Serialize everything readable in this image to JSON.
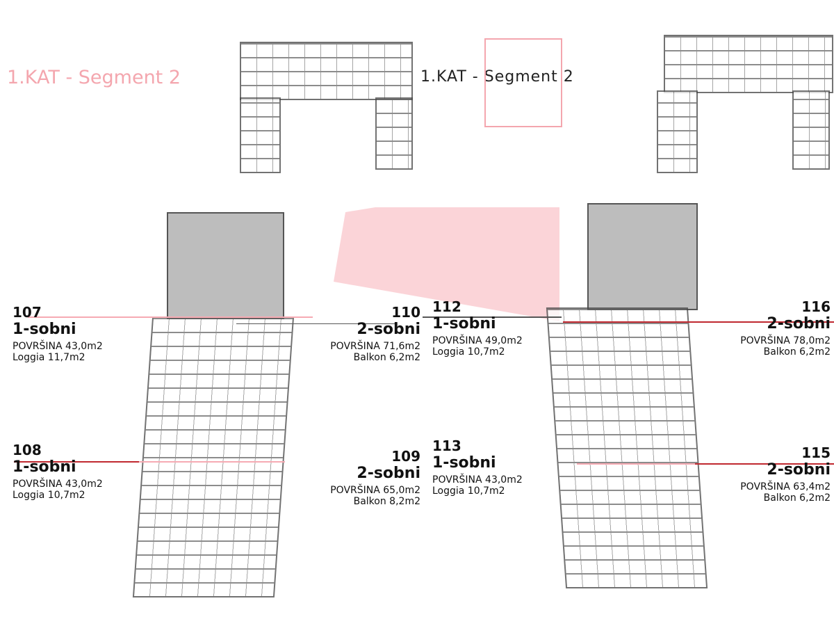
{
  "titles": {
    "left": "1.KAT - Segment 2",
    "right": "1.KAT - Segment 2"
  },
  "units": [
    {
      "num": "107",
      "type": "1-sobni",
      "area": "POVRŠINA 43,0m2",
      "extra": "Loggia 11,7m2"
    },
    {
      "num": "110",
      "type": "2-sobni",
      "area": "POVRŠINA 71,6m2",
      "extra": "Balkon 6,2m2"
    },
    {
      "num": "108",
      "type": "1-sobni",
      "area": "POVRŠINA 43,0m2",
      "extra": "Loggia 10,7m2"
    },
    {
      "num": "109",
      "type": "2-sobni",
      "area": "POVRŠINA 65,0m2",
      "extra": "Balkon 8,2m2"
    },
    {
      "num": "112",
      "type": "1-sobni",
      "area": "POVRŠINA 49,0m2",
      "extra": "Loggia 10,7m2"
    },
    {
      "num": "116",
      "type": "2-sobni",
      "area": "POVRŠINA 78,0m2",
      "extra": "Balkon 6,2m2"
    },
    {
      "num": "113",
      "type": "1-sobni",
      "area": "POVRŠINA 43,0m2",
      "extra": "Loggia 10,7m2"
    },
    {
      "num": "115",
      "type": "2-sobni",
      "area": "POVRŠINA 63,4m2",
      "extra": "Balkon 6,2m2"
    }
  ],
  "colors": {
    "accent": "#f4a6ae",
    "arrow": "#c0282f"
  }
}
